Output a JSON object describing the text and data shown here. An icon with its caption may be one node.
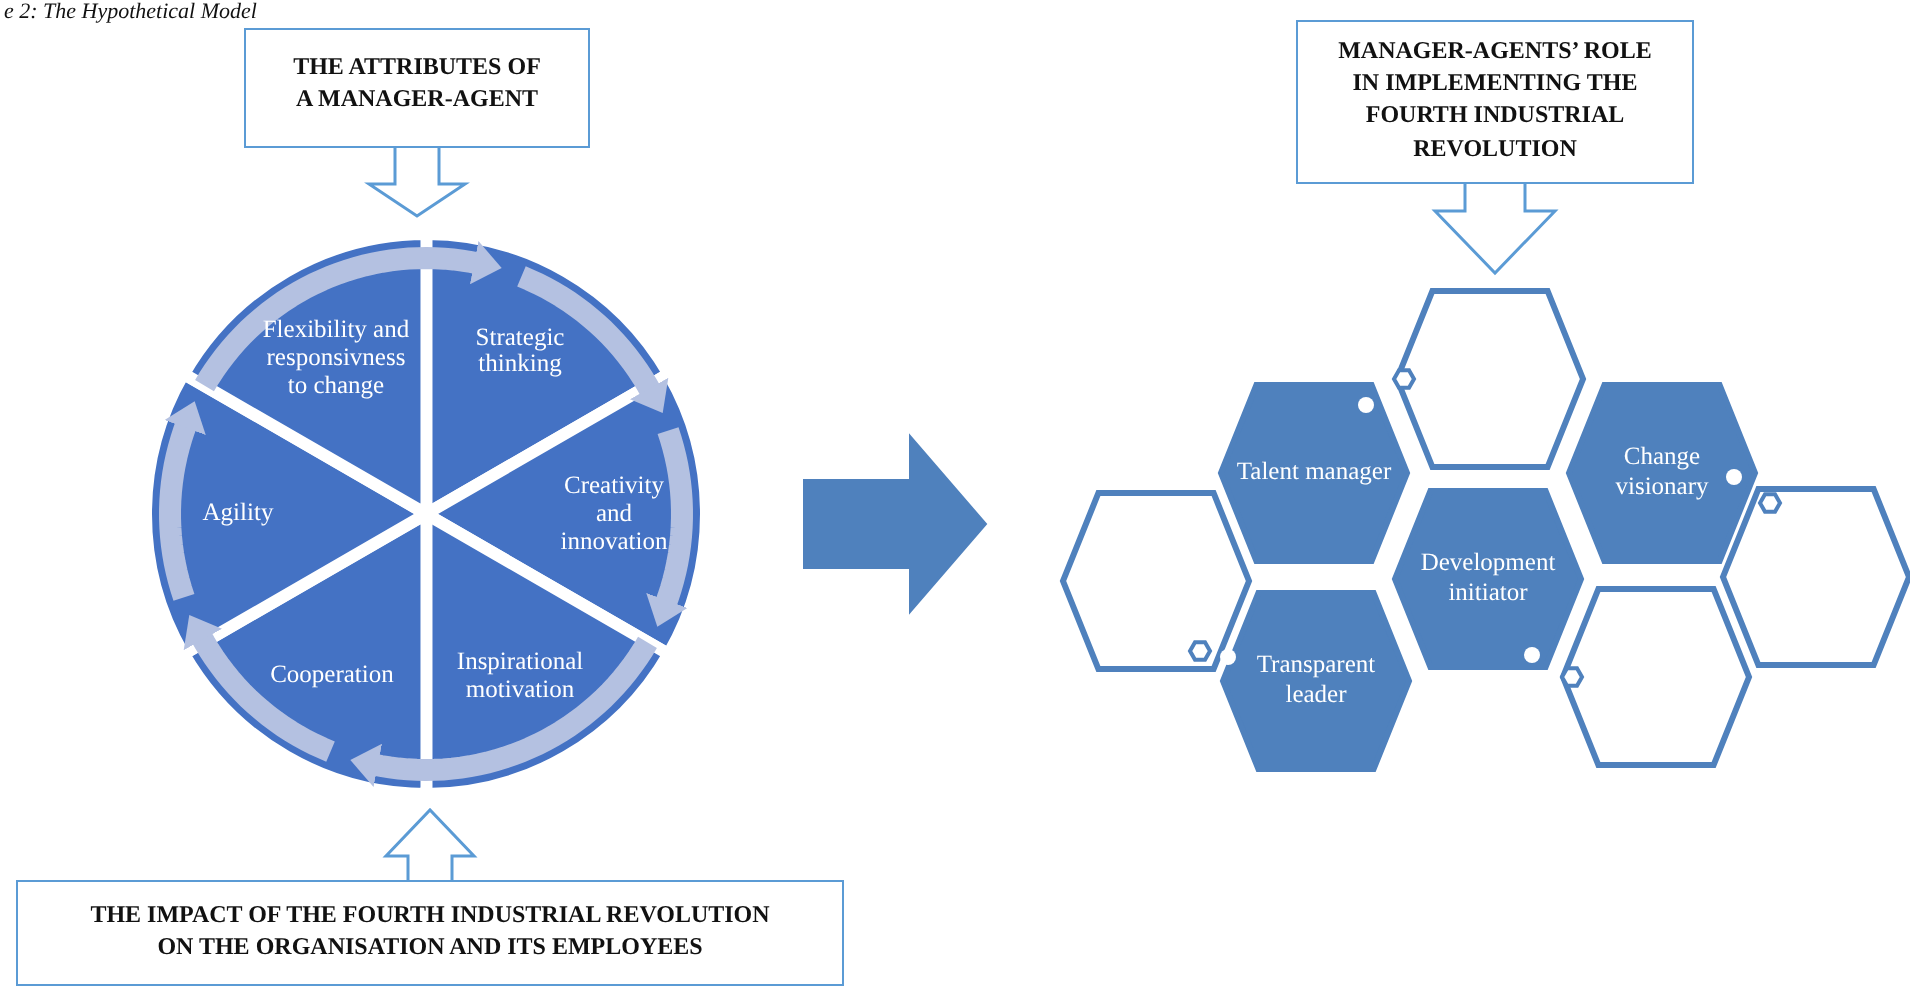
{
  "diagram": {
    "title": "e 2: The Hypothetical Model",
    "nodes": [
      {
        "text": [
          "THE ATTRIBUTES OF A MANAGER-AGENT"
        ]
      },
      {
        "text": [],
        "shape": "circle"
      },
      {
        "text": [
          "Strategic thinking"
        ],
        "in": 1
      },
      {
        "text": [
          "Creativity and innovation"
        ],
        "in": 1
      },
      {
        "text": [
          "Inspirational motivation"
        ],
        "in": 1
      },
      {
        "text": [
          "Cooperation"
        ],
        "in": 1
      },
      {
        "text": [
          "Agility"
        ],
        "in": 1
      },
      {
        "text": [
          "Flexibility and responsivness to change"
        ],
        "in": 1
      },
      {
        "text": [
          "THE IMPACT OF THE FOURTH INDUSTRIAL REVOLUTION ON THE ORGANISATION AND ITS EMPLOYEES"
        ]
      },
      {
        "text": [
          "MANAGER-AGENTS’ ROLE IN IMPLEMENTING THE FOURTH INDUSTRIAL REVOLUTION"
        ]
      },
      {
        "text": [],
        "shape": "hexagon"
      },
      {
        "text": [
          "Talent manager"
        ]
      },
      {
        "text": [
          "Change visionary"
        ]
      },
      {
        "text": [],
        "shape": "hexagon"
      },
      {
        "text": [
          "Development initiator"
        ]
      },
      {
        "text": [],
        "shape": "hexagon"
      },
      {
        "text": [
          "Transparent leader"
        ]
      },
      {
        "text": [],
        "shape": "hexagon"
      }
    ],
    "edges": [
      {
        "from": 0,
        "to": 1,
        "arrow": "to",
        "style": "thick",
        "color": "#5b9bd5"
      },
      {
        "from": 8,
        "to": 1,
        "arrow": "to",
        "style": "thick",
        "color": "#5b9bd5"
      },
      {
        "from": 9,
        "to": 10,
        "arrow": "to",
        "style": "thick",
        "color": "#5b9bd5"
      },
      {
        "from": 1,
        "to": 13,
        "arrow": "to",
        "style": "thick",
        "color": "#4f81bd"
      },
      {
        "from": 2,
        "to": 3,
        "arrow": "to"
      },
      {
        "from": 3,
        "to": 4,
        "arrow": "to"
      },
      {
        "from": 4,
        "to": 5,
        "arrow": "to"
      },
      {
        "from": 5,
        "to": 6,
        "arrow": "to"
      },
      {
        "from": 6,
        "to": 7,
        "arrow": "to"
      },
      {
        "from": 7,
        "to": 2,
        "arrow": "to"
      }
    ]
  }
}
